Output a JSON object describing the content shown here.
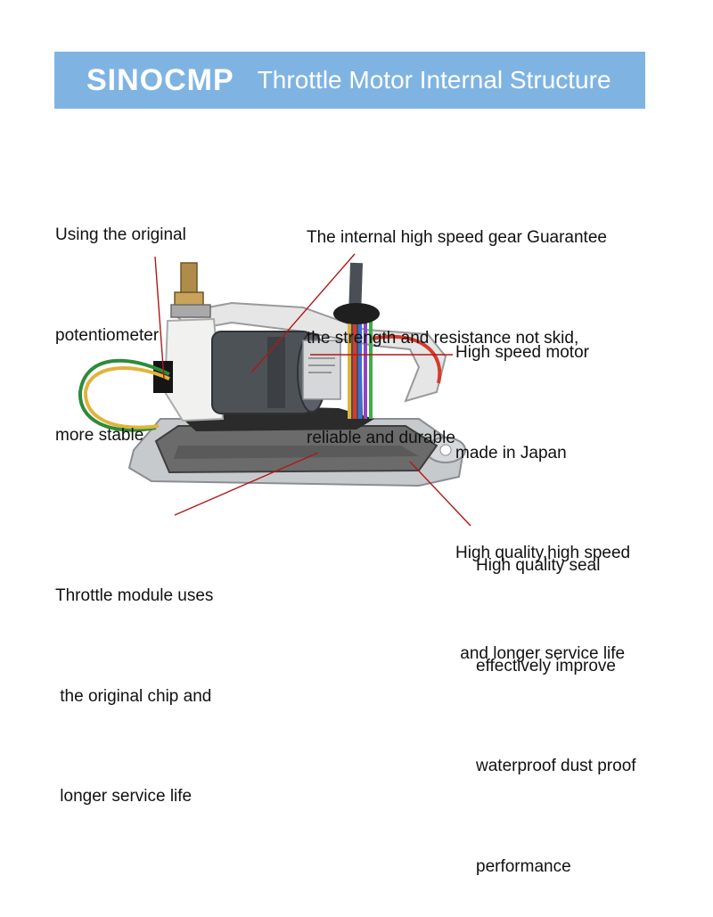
{
  "header": {
    "brand": "SINOCMP",
    "title": "Throttle Motor Internal Structure"
  },
  "callouts": {
    "potentiometer": [
      "Using the original",
      "potentiometer",
      "more stable"
    ],
    "gear": [
      "The internal high speed gear Guarantee",
      "the strength and resistance not skid,",
      "reliable and durable"
    ],
    "motor": [
      "High speed motor",
      "made in Japan",
      "High quality,high speed",
      " and longer service life"
    ],
    "module": [
      "Throttle module uses",
      " the original chip and",
      " longer service life"
    ],
    "seal": [
      "High quality seal",
      "effectively improve",
      "waterproof dust proof",
      "performance"
    ]
  },
  "colors": {
    "banner": "#7fb4e2",
    "leader_line": "#b01818",
    "motor_body": "#4d5257",
    "base_plate": "#6b6b6b"
  }
}
